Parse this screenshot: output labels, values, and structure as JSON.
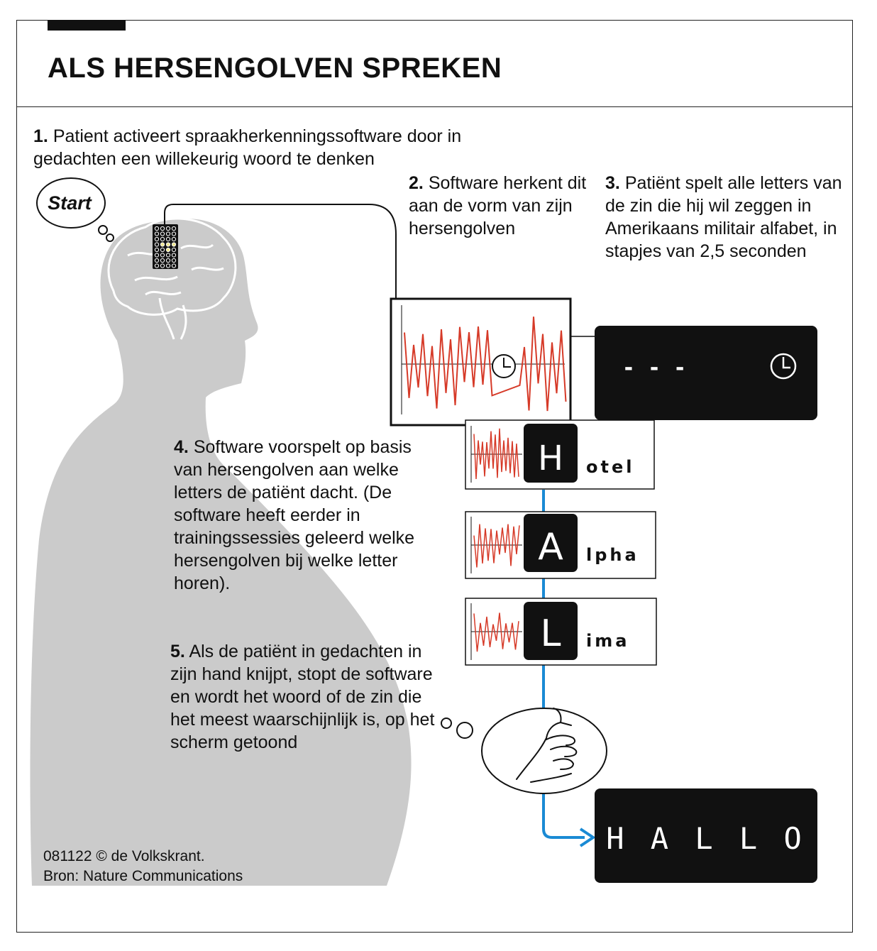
{
  "title": "ALS HERSENGOLVEN SPREKEN",
  "bubble_text": "Start",
  "steps": [
    {
      "num": "1.",
      "text": "Patient activeert spraakherkenningssoftware door in gedachten een willekeurig woord te denken"
    },
    {
      "num": "2.",
      "text": "Software herkent dit aan de vorm van zijn hersengolven"
    },
    {
      "num": "3.",
      "text": "Patiënt spelt alle letters van de zin die hij wil zeggen in Amerikaans militair alfabet, in stapjes van 2,5 seconden"
    },
    {
      "num": "4.",
      "text": "Software voorspelt op basis van hersengolven aan welke letters de patiënt dacht. (De software heeft eerder in trainingssessies geleerd welke hersengolven bij welke letter horen)."
    },
    {
      "num": "5.",
      "text": "Als de patiënt in gedachten in zijn hand knijpt, stopt de software en wordt het woord of de zin die het meest waarschijnlijk is, op het scherm getoond"
    }
  ],
  "screen_placeholder": "- - -",
  "letters": [
    {
      "letter": "H",
      "rest": "otel"
    },
    {
      "letter": "A",
      "rest": "lpha"
    },
    {
      "letter": "L",
      "rest": "ima"
    }
  ],
  "result_word": "H A L L O",
  "credit_line1": "081122 © de Volkskrant.",
  "credit_line2": "Bron: Nature Communications",
  "colors": {
    "wave": "#d63a28",
    "connector": "#1a8ad4",
    "silhouette": "#cbcbcb",
    "screen": "#111111"
  }
}
